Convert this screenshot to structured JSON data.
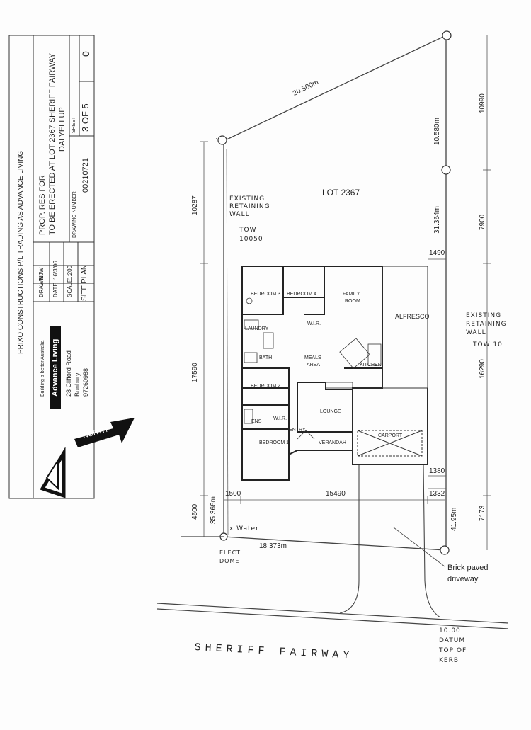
{
  "title_block": {
    "company": "PRIXO CONSTRUCTIONS P/L TRADING AS ADVANCE LIVING",
    "project_line1": "PROP. RES FOR",
    "project_line2": "TO BE ERECTED AT LOT 2367 SHERIFF FAIRWAY",
    "project_line3": "DALYELLUP",
    "drawing_number_label": "DRAWING NUMBER",
    "drawing_number": "00210721",
    "sheet_label": "SHEET",
    "sheet_value": "3 OF 5",
    "revision": "0",
    "drawn_label": "DRAWN",
    "drawn_value": "NJW",
    "date_label": "DATE",
    "date_value": "16/3/06",
    "scale_label": "SCALE",
    "scale_value": "1:200",
    "plan_name": "SITE PLAN",
    "tagline": "Building a better Australia",
    "brand": "Advance Living",
    "address1": "28 Clifford Road",
    "address2": "Bunbury",
    "phone": "97260988",
    "north_label": "NORTH"
  },
  "site": {
    "lot_label": "LOT 2367",
    "street": "SHERIFF FAIRWAY",
    "dims": {
      "top_boundary": "20.500m",
      "right_upper": "10.580m",
      "right_mid": "31.364m",
      "right_lower": "41.95m",
      "left_boundary": "35.366m",
      "front_boundary": "18.373m",
      "d10287": "10287",
      "d17590": "17590",
      "d4500": "4500",
      "d1500": "1500",
      "d15490": "15490",
      "d1332": "1332",
      "d1380": "1380",
      "d1490": "1490",
      "d10990": "10990",
      "d7900": "7900",
      "d16290": "16290",
      "d7173": "7173"
    },
    "notes": {
      "existing_wall_left": "EXISTING RETAINING WALL",
      "tow_left_a": "TOW",
      "tow_left_b": "10050",
      "existing_wall_right": "EXISTING RETAINING WALL",
      "tow_right": "TOW 10",
      "water": "x Water",
      "elect_dome_a": "ELECT",
      "elect_dome_b": "DOME",
      "driveway_a": "Brick paved",
      "driveway_b": "driveway",
      "datum_a": "10.00",
      "datum_b": "DATUM",
      "datum_c": "TOP OF",
      "datum_d": "KERB"
    },
    "rooms": {
      "bedroom3": "BEDROOM 3",
      "bedroom4": "BEDROOM 4",
      "family": "FAMILY",
      "family2": "ROOM",
      "alfresco": "ALFRESCO",
      "laundry": "LAUNDRY",
      "wir1": "W.I.R.",
      "bath": "BATH",
      "meals": "MEALS",
      "meals2": "AREA",
      "kitchen": "KITCHEN",
      "bedroom2": "BEDROOM 2",
      "lounge": "LOUNGE",
      "ens": "ENS",
      "wir2": "W.I.R.",
      "entry": "ENTRY",
      "bedroom1": "BEDROOM 1",
      "verandah": "VERANDAH",
      "carport": "CARPORT"
    }
  }
}
